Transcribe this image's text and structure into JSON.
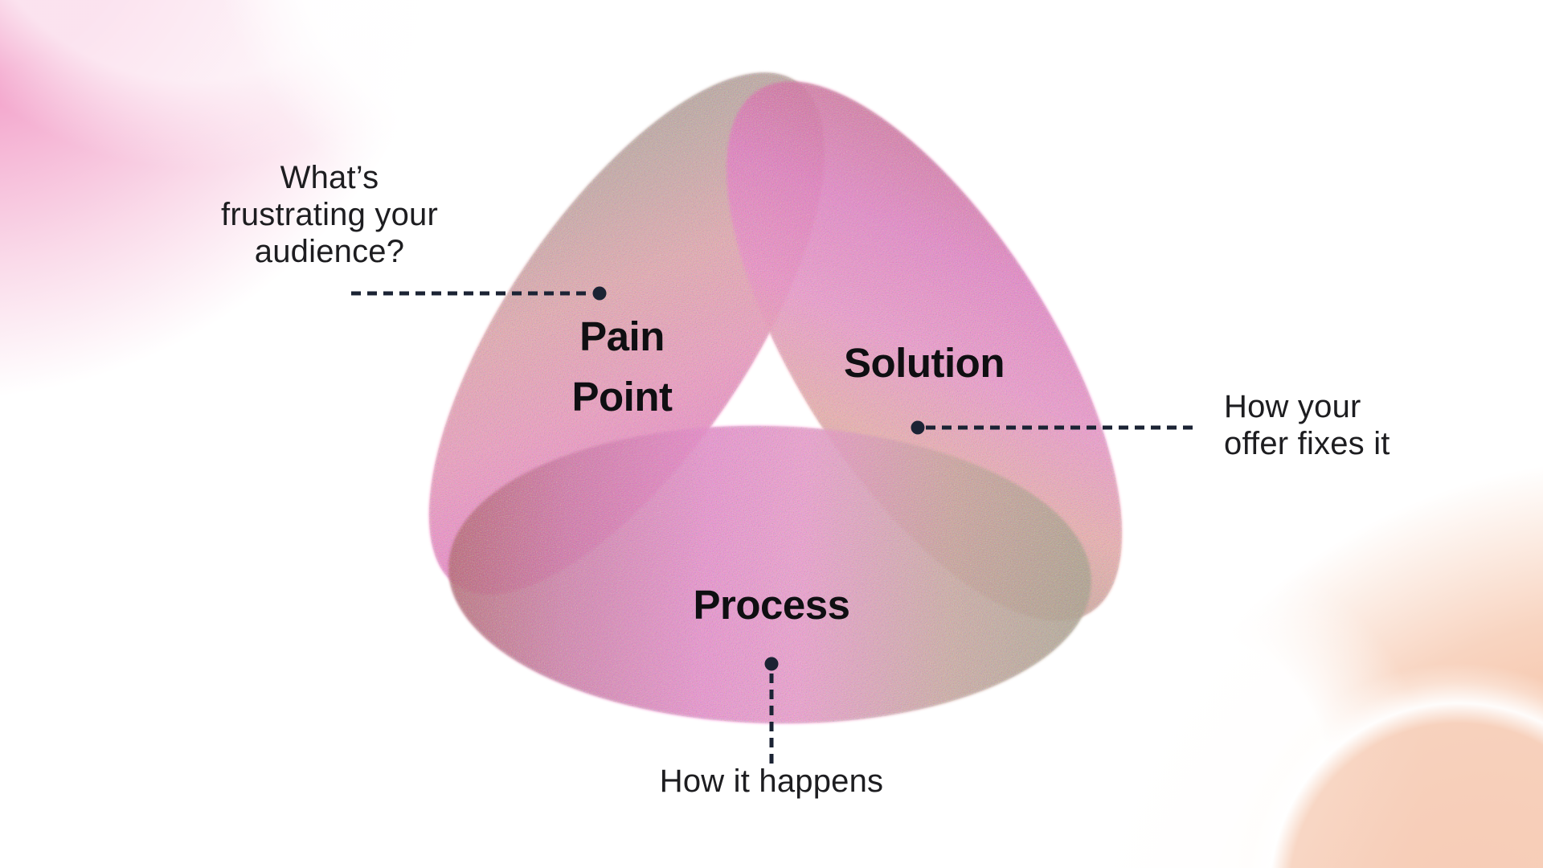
{
  "diagram": {
    "type": "triangular-ribbon-loop",
    "description_nodes": 3
  },
  "labels": {
    "pain_point": {
      "lines": [
        "Pain",
        "Point"
      ]
    },
    "solution": "Solution",
    "process": "Process"
  },
  "annotations": {
    "pain_point": {
      "lines": [
        "What’s",
        "frustrating your",
        "audience?"
      ]
    },
    "solution": {
      "lines": [
        "How your",
        "offer fixes it"
      ]
    },
    "process": {
      "lines": [
        "How it happens"
      ]
    }
  },
  "colors": {
    "annotation_ink": "#1d1d20",
    "label_ink": "#0f0f12",
    "leader": "#1b2334",
    "bg_pink": "#f2a9c9",
    "bg_peach": "#f4b694",
    "lobe_left": [
      "#a39e8e",
      "#c4a49f",
      "#f0a4ae",
      "#fb93c2",
      "#f878cf",
      "#e968d8"
    ],
    "lobe_right": [
      "#c64a62",
      "#d55a8e",
      "#f06cc6",
      "#fb86cd",
      "#f7a3a3",
      "#c59a87",
      "#a2947a"
    ],
    "lobe_bottom": [
      "#b5505f",
      "#d667a2",
      "#f67bd0",
      "#fb8cd0",
      "#cf9f97",
      "#a79c82"
    ]
  }
}
